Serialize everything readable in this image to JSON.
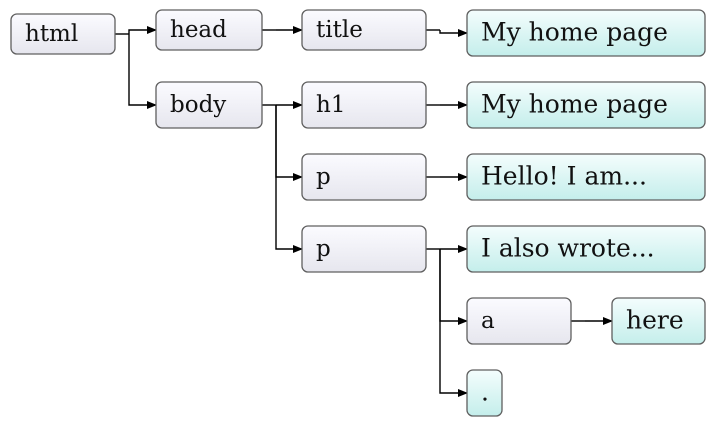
{
  "diagram": {
    "nodes": [
      {
        "id": "html",
        "label": "html",
        "kind": "element"
      },
      {
        "id": "head",
        "label": "head",
        "kind": "element"
      },
      {
        "id": "title",
        "label": "title",
        "kind": "element"
      },
      {
        "id": "title_t",
        "label": "My home page",
        "kind": "text"
      },
      {
        "id": "body",
        "label": "body",
        "kind": "element"
      },
      {
        "id": "h1",
        "label": "h1",
        "kind": "element"
      },
      {
        "id": "h1_t",
        "label": "My home page",
        "kind": "text"
      },
      {
        "id": "p1",
        "label": "p",
        "kind": "element"
      },
      {
        "id": "p1_t",
        "label": "Hello! I am...",
        "kind": "text"
      },
      {
        "id": "p2",
        "label": "p",
        "kind": "element"
      },
      {
        "id": "p2_t",
        "label": "I also wrote...",
        "kind": "text"
      },
      {
        "id": "a",
        "label": "a",
        "kind": "element"
      },
      {
        "id": "a_t",
        "label": "here",
        "kind": "text"
      },
      {
        "id": "dot",
        "label": ".",
        "kind": "text"
      }
    ],
    "edges": [
      {
        "from": "html",
        "to": "head"
      },
      {
        "from": "html",
        "to": "body"
      },
      {
        "from": "head",
        "to": "title"
      },
      {
        "from": "title",
        "to": "title_t"
      },
      {
        "from": "body",
        "to": "h1"
      },
      {
        "from": "body",
        "to": "p1"
      },
      {
        "from": "body",
        "to": "p2"
      },
      {
        "from": "h1",
        "to": "h1_t"
      },
      {
        "from": "p1",
        "to": "p1_t"
      },
      {
        "from": "p2",
        "to": "p2_t"
      },
      {
        "from": "p2",
        "to": "a"
      },
      {
        "from": "p2",
        "to": "dot"
      },
      {
        "from": "a",
        "to": "a_t"
      }
    ],
    "colors": {
      "element_fill_top": "#fbfbff",
      "element_fill_bottom": "#e6e6ee",
      "text_fill_top": "#f4fdfd",
      "text_fill_bottom": "#c4eeeb",
      "border": "#5f5f5f",
      "edge": "#000000"
    }
  }
}
